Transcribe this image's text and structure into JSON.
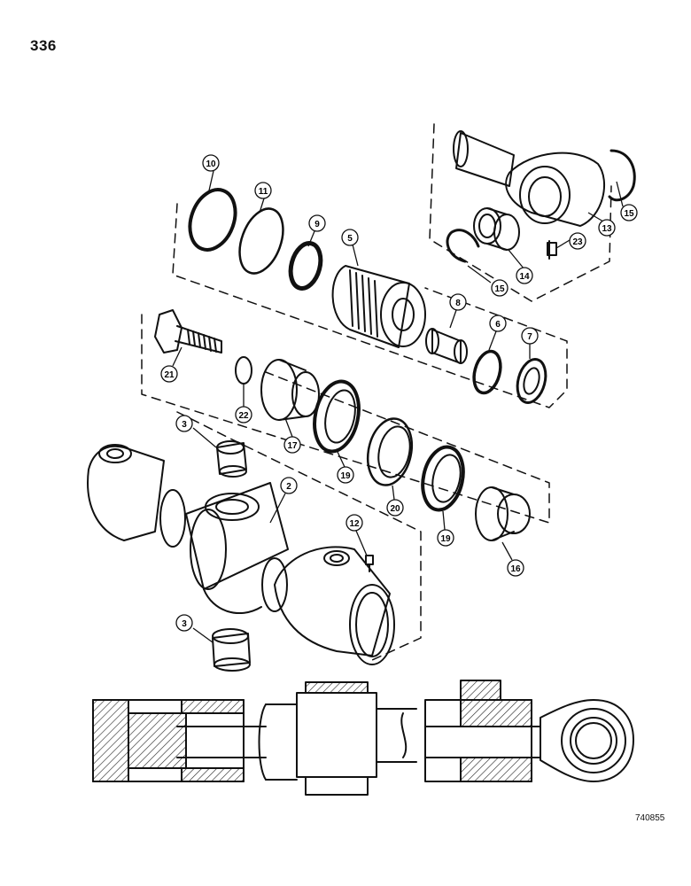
{
  "page": {
    "number": "336",
    "figure_code": "740855"
  },
  "callouts": [
    {
      "id": "c10",
      "label": "10"
    },
    {
      "id": "c11",
      "label": "11"
    },
    {
      "id": "c9",
      "label": "9"
    },
    {
      "id": "c5",
      "label": "5"
    },
    {
      "id": "c8",
      "label": "8"
    },
    {
      "id": "c6",
      "label": "6"
    },
    {
      "id": "c7",
      "label": "7"
    },
    {
      "id": "c21",
      "label": "21"
    },
    {
      "id": "c22",
      "label": "22"
    },
    {
      "id": "c17",
      "label": "17"
    },
    {
      "id": "c19a",
      "label": "19"
    },
    {
      "id": "c20",
      "label": "20"
    },
    {
      "id": "c19b",
      "label": "19"
    },
    {
      "id": "c16",
      "label": "16"
    },
    {
      "id": "c3a",
      "label": "3"
    },
    {
      "id": "c2",
      "label": "2"
    },
    {
      "id": "c12",
      "label": "12"
    },
    {
      "id": "c3b",
      "label": "3"
    },
    {
      "id": "c15a",
      "label": "15"
    },
    {
      "id": "c14",
      "label": "14"
    },
    {
      "id": "c13",
      "label": "13"
    },
    {
      "id": "c15b",
      "label": "15"
    },
    {
      "id": "c23",
      "label": "23"
    }
  ]
}
